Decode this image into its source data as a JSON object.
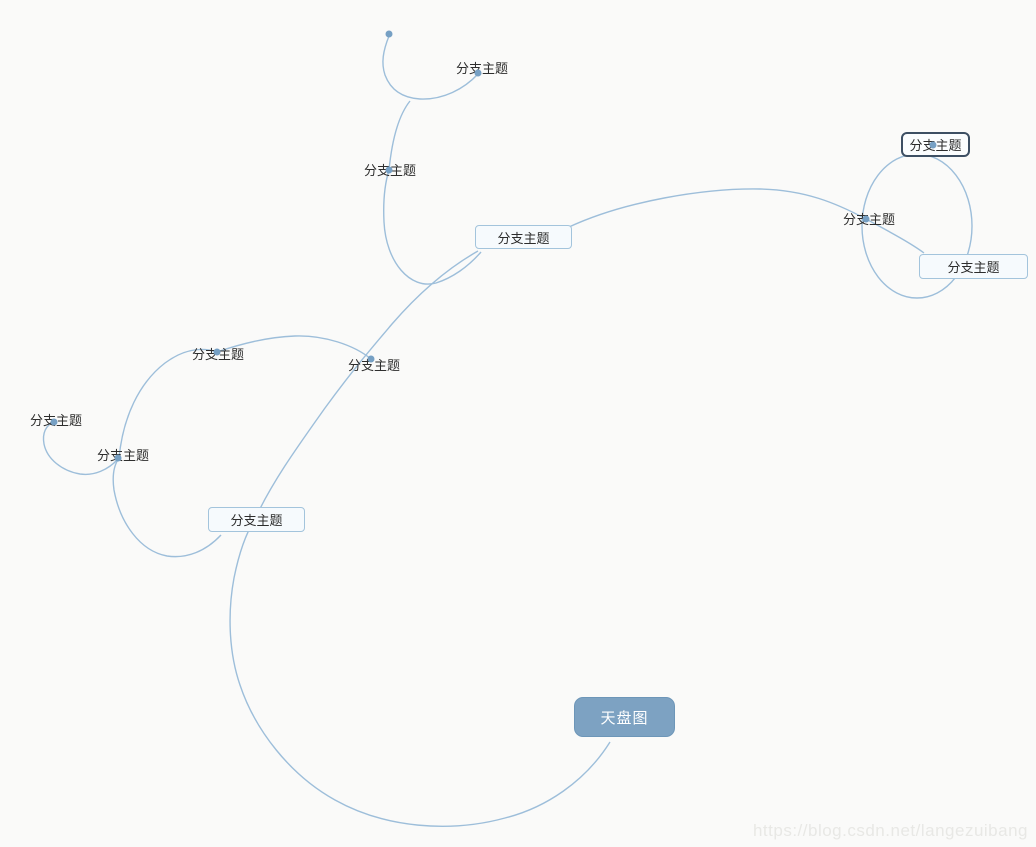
{
  "app": {
    "view": "mindmap-canvas"
  },
  "colors": {
    "background": "#fafaf9",
    "edge": "#9dbeda",
    "dot": "#76a0c4",
    "root_fill": "#7da2c2",
    "root_text": "#ffffff",
    "box_fill": "#f6fafd",
    "box_border": "#a3c4dc",
    "selected_border": "#3d4f63",
    "label_text": "#2d2d2d"
  },
  "nodes": {
    "root": {
      "label": "天盘图"
    },
    "branch_a": {
      "label": "分支主题"
    },
    "branch_selected": {
      "label": "分支主题"
    },
    "branch_c": {
      "label": "分支主题"
    },
    "branch_d": {
      "label": "分支主题"
    },
    "label_e": {
      "label": "分支主题"
    },
    "label_f": {
      "label": "分支主题"
    },
    "label_g": {
      "label": "分支主题"
    },
    "label_h": {
      "label": "分支主题"
    },
    "label_i": {
      "label": "分支主题"
    },
    "label_j": {
      "label": "分支主题"
    },
    "label_k": {
      "label": "分支主题"
    }
  },
  "watermark": {
    "text": "https://blog.csdn.net/langezuibang"
  }
}
